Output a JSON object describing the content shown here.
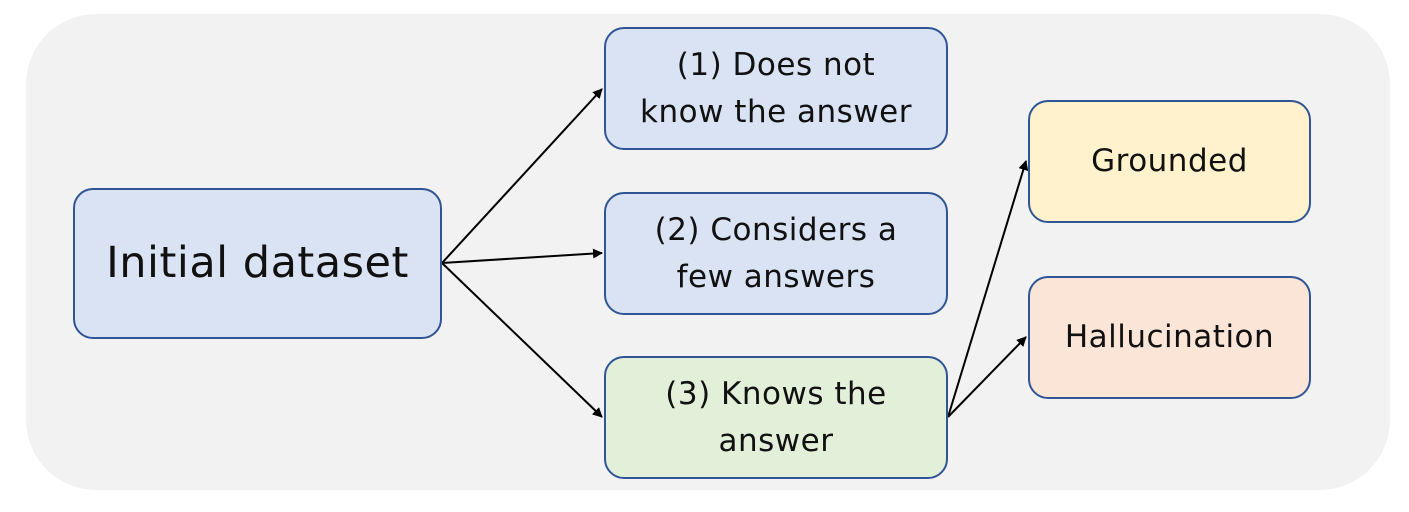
{
  "nodes": {
    "initial": {
      "label": "Initial dataset",
      "fill": "#dae3f3"
    },
    "does_not_know": {
      "label": "(1) Does not know the answer",
      "fill": "#dae3f3"
    },
    "considers": {
      "label": "(2) Considers a few answers",
      "fill": "#dae3f3"
    },
    "knows": {
      "label": "(3) Knows the answer",
      "fill": "#e2f0d9"
    },
    "grounded": {
      "label": "Grounded",
      "fill": "#fff2cc"
    },
    "hallucination": {
      "label": "Hallucination",
      "fill": "#fbe5d6"
    }
  },
  "edges": [
    {
      "from": "initial",
      "to": "does_not_know"
    },
    {
      "from": "initial",
      "to": "considers"
    },
    {
      "from": "initial",
      "to": "knows"
    },
    {
      "from": "knows",
      "to": "grounded"
    },
    {
      "from": "knows",
      "to": "hallucination"
    }
  ],
  "colors": {
    "panel": "#f2f2f2",
    "border": "#2f5597",
    "arrow": "#000000"
  }
}
